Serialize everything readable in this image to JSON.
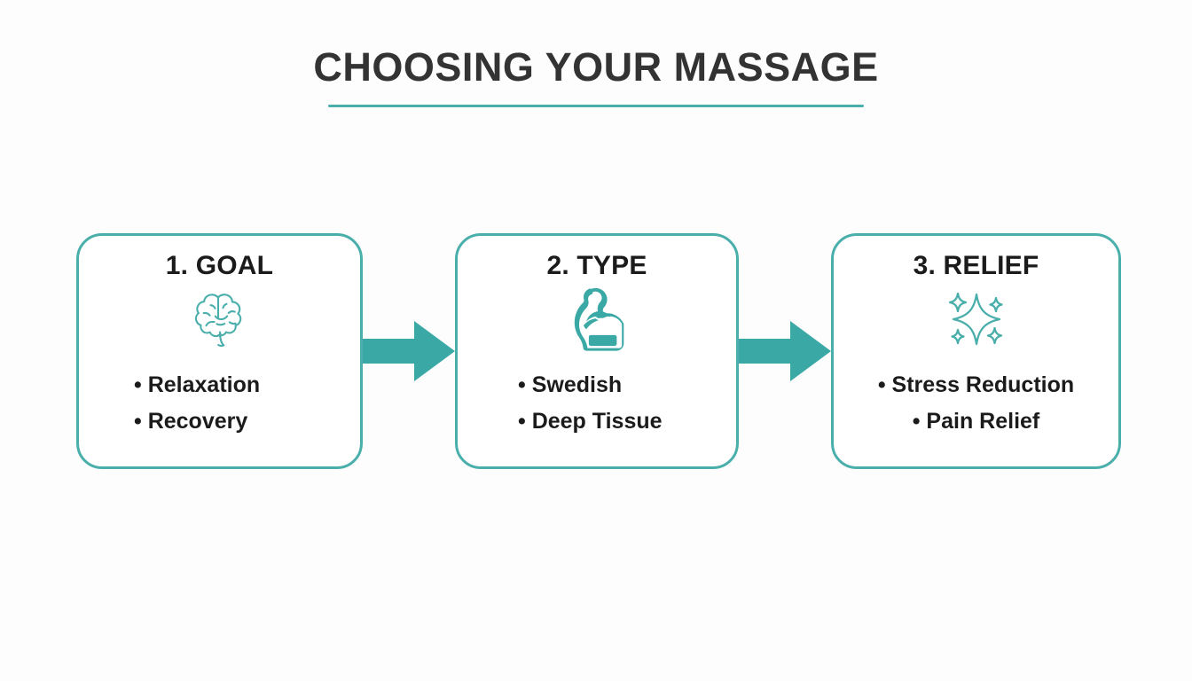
{
  "page": {
    "title": "CHOOSING YOUR MASSAGE",
    "background_color": "#fdfdfd",
    "accent_color": "#4aafab",
    "text_color": "#1b1b1b",
    "title_color": "#333333"
  },
  "flow": {
    "steps": [
      {
        "title": "1. GOAL",
        "icon": "brain-icon",
        "bullets": [
          "• Relaxation",
          "• Recovery"
        ]
      },
      {
        "title": "2. TYPE",
        "icon": "flexed-bicep-icon",
        "bullets": [
          "• Swedish",
          "• Deep Tissue"
        ]
      },
      {
        "title": "3. RELIEF",
        "icon": "sparkles-icon",
        "bullets": [
          "• Stress Reduction",
          "• Pain Relief"
        ]
      }
    ],
    "connectors": [
      "arrow-right-icon",
      "arrow-right-icon"
    ]
  }
}
